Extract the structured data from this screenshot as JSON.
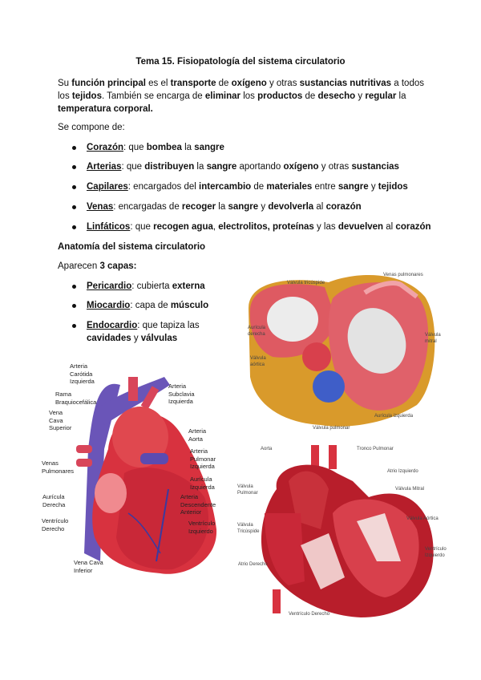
{
  "title": "Tema 15. Fisiopatología del sistema circulatorio",
  "intro": [
    {
      "t": "Su "
    },
    {
      "t": "función principal",
      "b": true
    },
    {
      "t": " es el "
    },
    {
      "t": "transporte",
      "b": true
    },
    {
      "t": " de "
    },
    {
      "t": "oxígeno",
      "b": true
    },
    {
      "t": " y otras "
    },
    {
      "t": "sustancias nutritivas",
      "b": true
    },
    {
      "t": " a todos los "
    },
    {
      "t": "tejidos",
      "b": true
    },
    {
      "t": ". También se encarga de "
    },
    {
      "t": "eliminar",
      "b": true
    },
    {
      "t": " los "
    },
    {
      "t": "productos",
      "b": true
    },
    {
      "t": " de "
    },
    {
      "t": "desecho",
      "b": true
    },
    {
      "t": " y "
    },
    {
      "t": "regular",
      "b": true
    },
    {
      "t": " la "
    },
    {
      "t": "temperatura corporal.",
      "b": true
    }
  ],
  "compone_label": "Se compone de:",
  "components": [
    [
      {
        "t": "Corazón",
        "u": true
      },
      {
        "t": ": que "
      },
      {
        "t": "bombea",
        "b": true
      },
      {
        "t": " la "
      },
      {
        "t": "sangre",
        "b": true
      }
    ],
    [
      {
        "t": "Arterias",
        "u": true
      },
      {
        "t": ": que "
      },
      {
        "t": "distribuyen",
        "b": true
      },
      {
        "t": " la "
      },
      {
        "t": "sangre",
        "b": true
      },
      {
        "t": " aportando "
      },
      {
        "t": "oxígeno",
        "b": true
      },
      {
        "t": " y otras "
      },
      {
        "t": "sustancias",
        "b": true
      }
    ],
    [
      {
        "t": "Capilares",
        "u": true
      },
      {
        "t": ": encargados del "
      },
      {
        "t": "intercambio",
        "b": true
      },
      {
        "t": " de "
      },
      {
        "t": "materiales",
        "b": true
      },
      {
        "t": " entre "
      },
      {
        "t": "sangre",
        "b": true
      },
      {
        "t": " y "
      },
      {
        "t": "tejidos",
        "b": true
      }
    ],
    [
      {
        "t": "Venas",
        "u": true
      },
      {
        "t": ": encargadas de "
      },
      {
        "t": "recoger",
        "b": true
      },
      {
        "t": " la "
      },
      {
        "t": "sangre",
        "b": true
      },
      {
        "t": " y "
      },
      {
        "t": "devolverla",
        "b": true
      },
      {
        "t": " al "
      },
      {
        "t": "corazón",
        "b": true
      }
    ],
    [
      {
        "t": "Linfáticos",
        "u": true
      },
      {
        "t": ": que "
      },
      {
        "t": "recogen agua",
        "b": true
      },
      {
        "t": ", "
      },
      {
        "t": "electrolitos, proteínas",
        "b": true
      },
      {
        "t": " y las "
      },
      {
        "t": "devuelven",
        "b": true
      },
      {
        "t": " al "
      },
      {
        "t": "corazón",
        "b": true
      }
    ]
  ],
  "anatomy_heading": "Anatomía del sistema circulatorio",
  "capas_intro": [
    {
      "t": "Aparecen "
    },
    {
      "t": "3 capas:",
      "b": true
    }
  ],
  "layers": [
    [
      {
        "t": "Pericardio",
        "u": true
      },
      {
        "t": ": cubierta "
      },
      {
        "t": "externa",
        "b": true
      }
    ],
    [
      {
        "t": "Miocardio",
        "u": true
      },
      {
        "t": ": capa de "
      },
      {
        "t": "músculo",
        "b": true
      }
    ],
    [
      {
        "t": "Endocardio",
        "u": true
      },
      {
        "t": ": que tapiza las "
      },
      {
        "t": "cavidades",
        "b": true
      },
      {
        "t": " y "
      },
      {
        "t": "válvulas",
        "b": true
      }
    ]
  ],
  "external_heart_labels": [
    "Arteria\nCarótida\nIzquierda",
    "Rama\nBraquiocefálica",
    "Vena\nCava\nSuperior",
    "Venas\nPulmonares",
    "Aurícula\nDerecha",
    "Ventrículo\nDerecho",
    "Vena Cava\nInferior",
    "Arteria\nSubclavia\nIzquierda",
    "Arteria\nAorta",
    "Arteria\nPulmonar\nIzquierda",
    "Aurícula\nIzquierda",
    "Arteria\nDescendente\nAnterior",
    "Ventrículo\nIzquierdo"
  ],
  "valves_labels": [
    "Válvula tricúspide",
    "Venas pulmonares",
    "Aurícula\nderecha",
    "Válvula\naórtica",
    "Válvula\nmitral",
    "Aurícula izquierda",
    "Válvula pulmonar"
  ],
  "section_labels": [
    "Aorta",
    "Tronco Pulmonar",
    "Atrio Izquierdo",
    "Válvula\nPulmonar",
    "Válvula Mitral",
    "Válvula Aórtica",
    "Válvula\nTricúspide",
    "Ventrículo\nIzquierdo",
    "Atrio Derecho",
    "Ventrículo Derecho"
  ],
  "colors": {
    "heart_red": "#d8323f",
    "vein_blue": "#5a4bb0",
    "fat": "#d99a2b",
    "valve_gray": "#cfcfcf"
  }
}
